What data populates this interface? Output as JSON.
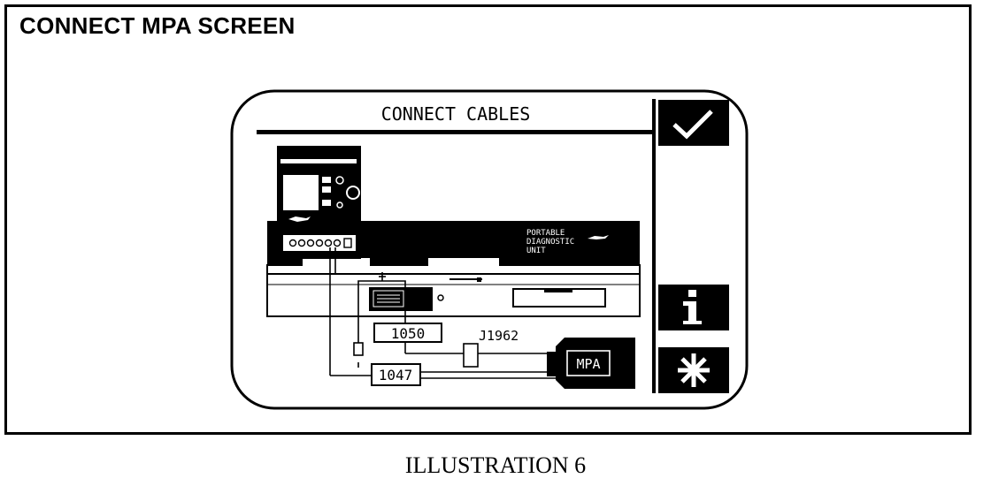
{
  "frame": {
    "title": "CONNECT MPA SCREEN"
  },
  "screen": {
    "header": "CONNECT CABLES",
    "buttons": {
      "confirm": "check-icon",
      "info": "info-icon",
      "cancel": "asterisk-icon"
    }
  },
  "diagram": {
    "pdu_logo_lines": [
      "PORTABLE",
      "DIAGNOSTIC",
      "UNIT"
    ],
    "cable_1050": "1050",
    "cable_1047": "1047",
    "cable_j1962": "J1962",
    "mpa_label": "MPA"
  },
  "caption": "ILLUSTRATION 6"
}
